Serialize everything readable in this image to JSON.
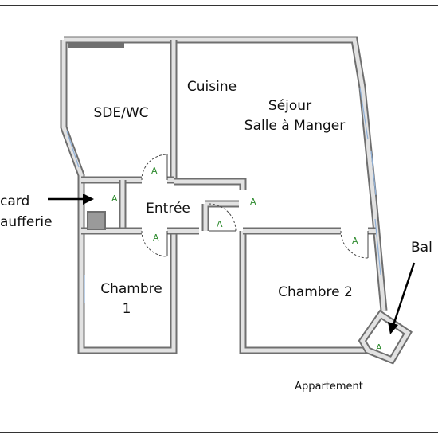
{
  "rooms": {
    "sde_wc": "SDE/WC",
    "cuisine": "Cuisine",
    "sejour_line1": "Séjour",
    "sejour_line2": "Salle à Manger",
    "entree": "Entrée",
    "chambre1_line1": "Chambre",
    "chambre1_line2": "1",
    "chambre2": "Chambre 2"
  },
  "side_labels": {
    "placard": "card",
    "chaufferie": "aufferie",
    "balcon": "Bal"
  },
  "caption": "Appartement",
  "door_tag": "A",
  "colors": {
    "wall": "#6f6f6f",
    "wall_fill": "#e2e2e2",
    "window": "#8fb0d8",
    "door_tag": "#2e8b2e"
  }
}
